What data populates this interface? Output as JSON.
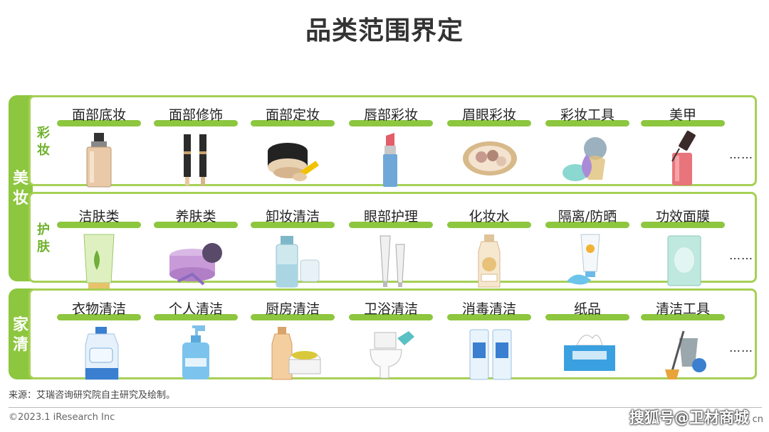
{
  "title": "品类范围界定",
  "sections": {
    "meizhuang": {
      "label": "美妆"
    },
    "caizhuang": {
      "label": "彩妆",
      "items": [
        {
          "label": "面部底妆",
          "icon": "foundation-bottle-icon"
        },
        {
          "label": "面部修饰",
          "icon": "contour-stick-icon"
        },
        {
          "label": "面部定妆",
          "icon": "loose-powder-icon"
        },
        {
          "label": "唇部彩妆",
          "icon": "lipstick-icon"
        },
        {
          "label": "眉眼彩妆",
          "icon": "eyeshadow-palette-icon"
        },
        {
          "label": "彩妆工具",
          "icon": "makeup-sponge-icon"
        },
        {
          "label": "美甲",
          "icon": "nail-polish-icon"
        }
      ]
    },
    "hufu": {
      "label": "护肤",
      "items": [
        {
          "label": "洁肤类",
          "icon": "cleanser-tube-icon"
        },
        {
          "label": "养肤类",
          "icon": "cream-jar-icon"
        },
        {
          "label": "卸妆清洁",
          "icon": "makeup-remover-icon"
        },
        {
          "label": "眼部护理",
          "icon": "eye-cream-icon"
        },
        {
          "label": "化妆水",
          "icon": "toner-bottle-icon"
        },
        {
          "label": "隔离/防晒",
          "icon": "sunscreen-icon"
        },
        {
          "label": "功效面膜",
          "icon": "face-mask-icon"
        }
      ]
    },
    "jiaqing": {
      "label": "家清",
      "items": [
        {
          "label": "衣物清洁",
          "icon": "detergent-bottle-icon"
        },
        {
          "label": "个人清洁",
          "icon": "hand-soap-icon"
        },
        {
          "label": "厨房清洁",
          "icon": "dish-cleaner-icon"
        },
        {
          "label": "卫浴清洁",
          "icon": "toilet-cleaner-icon"
        },
        {
          "label": "消毒清洁",
          "icon": "disinfectant-icon"
        },
        {
          "label": "纸品",
          "icon": "tissue-box-icon"
        },
        {
          "label": "清洁工具",
          "icon": "cleaning-tools-icon"
        }
      ]
    }
  },
  "ellipsis": "……",
  "source": "来源：艾瑞咨询研究院自主研究及绘制。",
  "copyright": "©2023.1 iResearch Inc",
  "watermark": "搜狐号@卫材商城",
  "watermark_suffix": "cn",
  "colors": {
    "accent": "#8dc63f",
    "border": "#a6d055",
    "sub_label": "#6fb22b"
  }
}
